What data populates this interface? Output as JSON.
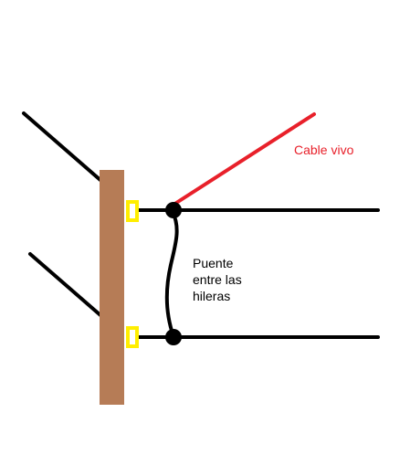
{
  "labels": {
    "live_wire": "Cable vivo",
    "bridge": [
      "Puente",
      "entre las",
      "hileras"
    ]
  },
  "colors": {
    "background": "#ffffff",
    "post": "#b67c56",
    "insulator": "#ffee00",
    "insulator_hole": "#ffffff",
    "wire": "#000000",
    "live_wire": "#e8202a",
    "node": "#000000"
  }
}
